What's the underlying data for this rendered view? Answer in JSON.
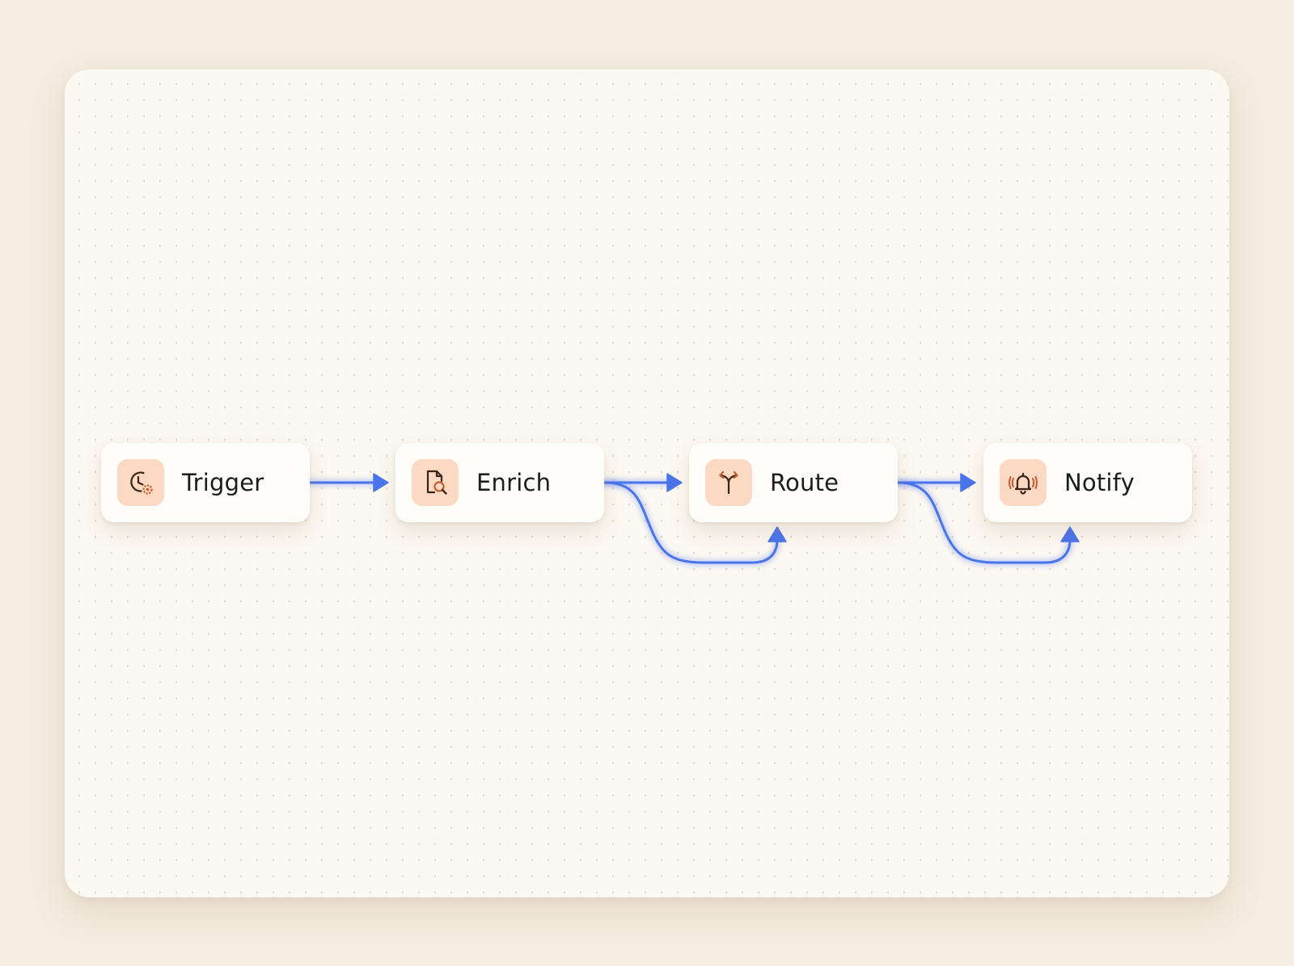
{
  "colors": {
    "page_background": "#f5ede2",
    "canvas_background": "#fcf8f2",
    "node_background": "#fffdfa",
    "icon_tile": "#fcd9c3",
    "icon_stroke": "#3a2418",
    "icon_accent": "#c85a2c",
    "edge": "#4a74ec",
    "label": "#1e1c1a"
  },
  "nodes": [
    {
      "id": "trigger",
      "label": "Trigger",
      "icon": "clock-gear-icon"
    },
    {
      "id": "enrich",
      "label": "Enrich",
      "icon": "document-search-icon"
    },
    {
      "id": "route",
      "label": "Route",
      "icon": "split-arrows-icon"
    },
    {
      "id": "notify",
      "label": "Notify",
      "icon": "ringing-bell-icon"
    }
  ],
  "edges": [
    {
      "from": "trigger",
      "to": "enrich",
      "type": "direct"
    },
    {
      "from": "enrich",
      "to": "route",
      "type": "direct"
    },
    {
      "from": "enrich",
      "to": "route",
      "type": "branch"
    },
    {
      "from": "route",
      "to": "notify",
      "type": "direct"
    },
    {
      "from": "route",
      "to": "notify",
      "type": "branch"
    }
  ]
}
